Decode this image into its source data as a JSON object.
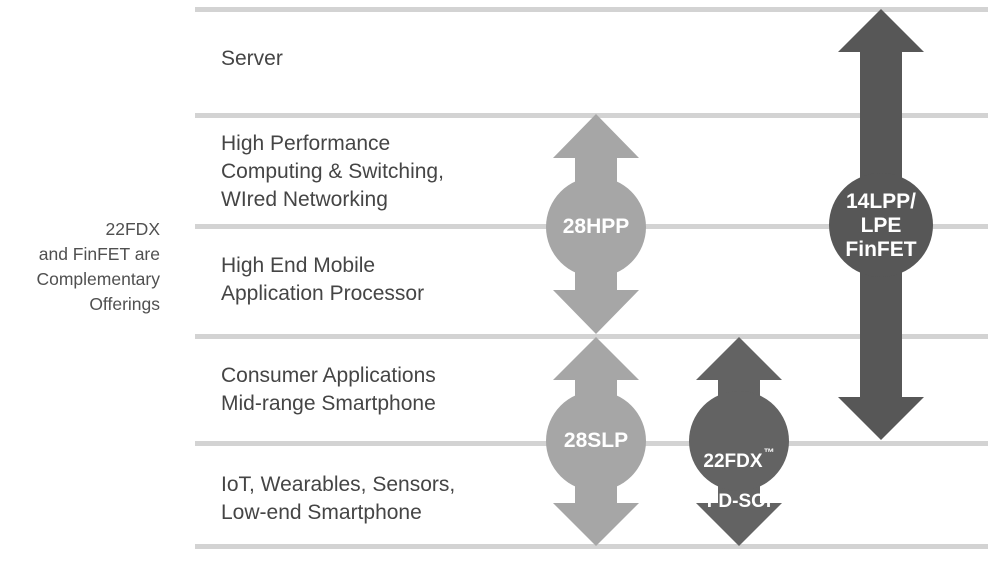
{
  "segments": [
    {
      "label": "Server"
    },
    {
      "label": "High Performance\nComputing & Switching,\nWIred Networking"
    },
    {
      "label": "High End Mobile\nApplication Processor"
    },
    {
      "label": "Consumer Applications\nMid-range Smartphone"
    },
    {
      "label": "IoT, Wearables, Sensors,\nLow-end Smartphone"
    }
  ],
  "side_note": "22FDX\nand FinFET are\nComplementary\nOfferings",
  "technologies": [
    {
      "label": "28HPP",
      "color": "#a6a6a6"
    },
    {
      "label": "28SLP",
      "color": "#a6a6a6"
    },
    {
      "label": "22FDX",
      "trademark": "™",
      "label_line2": "FD-SOI",
      "color": "#636363"
    },
    {
      "label": "14LPP/\nLPE\nFinFET",
      "color": "#575757"
    }
  ],
  "colors": {
    "rule": "#d3d3d3",
    "text": "#454545",
    "side_text": "#505050",
    "label_text": "#ffffff"
  }
}
